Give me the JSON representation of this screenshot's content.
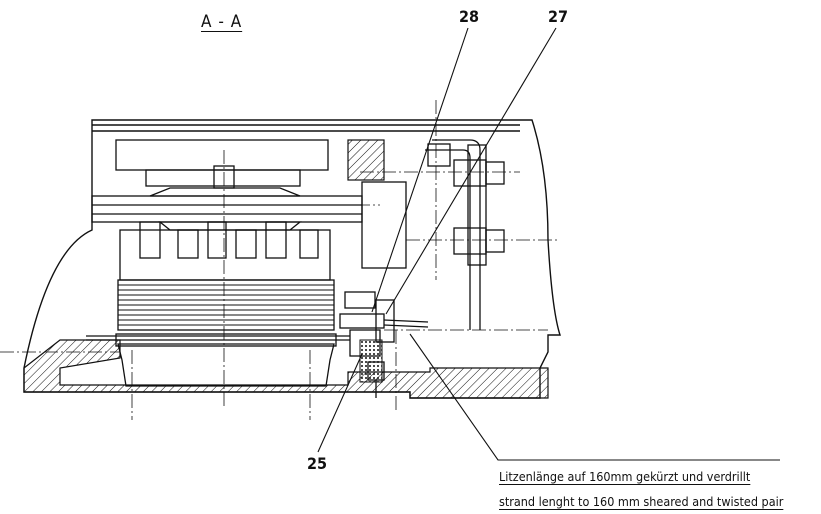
{
  "section_label": "A - A",
  "callouts": {
    "part_28": "28",
    "part_27": "27",
    "part_25": "25"
  },
  "note": {
    "line_de": "Litzenlänge auf 160mm gekürzt und verdrillt",
    "line_en": "strand lenght to 160 mm sheared and twisted pair"
  },
  "colors": {
    "ink": "#111111",
    "background": "#ffffff"
  }
}
